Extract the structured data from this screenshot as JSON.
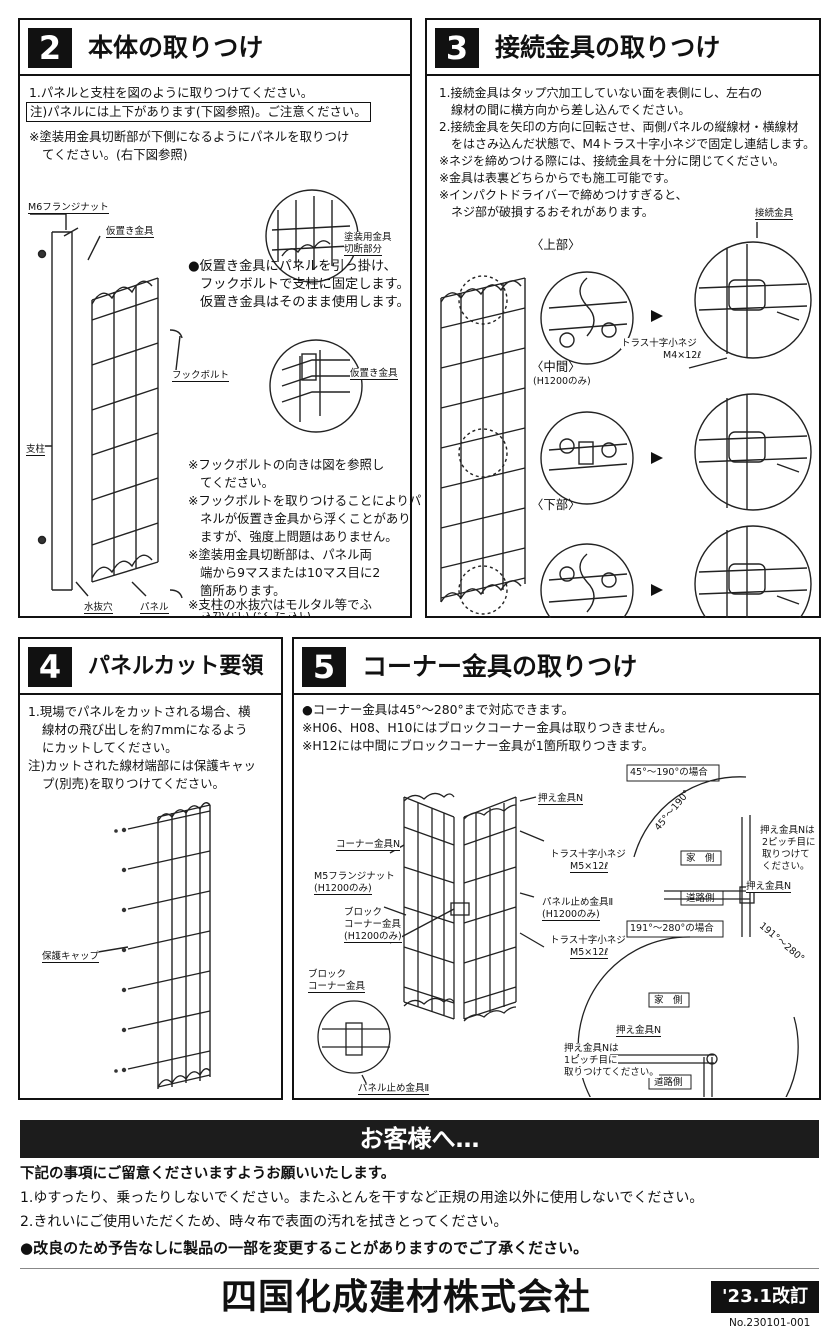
{
  "sec2": {
    "num": "2",
    "title": "本体の取りつけ",
    "l1": "1.パネルと支柱を図のように取りつけてください。",
    "l2": "注)パネルには上下があります(下図参照)。ご注意ください。",
    "l3": "※塗装用金具切断部が下側になるようにパネルを取りつけ",
    "l4": "てください。(右下図参照)",
    "bullet1": "●仮置き金具にパネルを引っ掛け、",
    "bullet2": "フックボルトで支柱に固定します。",
    "bullet3": "仮置き金具はそのまま使用します。",
    "n1a": "※フックボルトの向きは図を参照し",
    "n1b": "てください。",
    "n2a": "※フックボルトを取りつけることによりパ",
    "n2b": "ネルが仮置き金具から浮くことがあり",
    "n2c": "ますが、強度上問題はありません。",
    "n3a": "※塗装用金具切断部は、パネル両",
    "n3b": "端から9マスまたは10マス目に2",
    "n3c": "箇所あります。",
    "n4a": "※支柱の水抜穴はモルタル等でふ",
    "n4b": "さがないでください。",
    "lbl_nut": "M6フランジナット",
    "lbl_temp": "仮置き金具",
    "lbl_hook": "フックボルト",
    "lbl_post": "支柱",
    "lbl_drain": "水抜穴",
    "lbl_panel": "パネル",
    "lbl_cut1": "塗装用金具",
    "lbl_cut2": "切断部分",
    "lbl_temp2": "仮置き金具"
  },
  "sec3": {
    "num": "3",
    "title": "接続金具の取りつけ",
    "l1": "1.接続金具はタップ穴加工していない面を表側にし、左右の",
    "l2": "線材の間に横方向から差し込んでください。",
    "l3": "2.接続金具を矢印の方向に回転させ、両側パネルの縦線材・横線材",
    "l4": "をはさみ込んだ状態で、M4トラス十字小ネジで固定し連結します。",
    "l5": "※ネジを締めつける際には、接続金具を十分に閉じてください。",
    "l6": "※金具は表裏どちらからでも施工可能です。",
    "l7": "※インパクトドライバーで締めつけすぎると、",
    "l8": "ネジ部が破損するおそれがあります。",
    "upper": "〈上部〉",
    "middle": "〈中間〉",
    "middle_note": "(H1200のみ)",
    "lower": "〈下部〉",
    "lbl_fitting": "接続金具",
    "lbl_screw1": "トラス十字小ネジ",
    "lbl_screw2": "M4×12ℓ"
  },
  "sec4": {
    "num": "4",
    "title": "パネルカット要領",
    "l1": "1.現場でパネルをカットされる場合、横",
    "l2": "線材の飛び出しを約7mmになるよう",
    "l3": "にカットしてください。",
    "l4": "注)カットされた線材端部には保護キャッ",
    "l5": "プ(別売)を取りつけてください。",
    "lbl_cap": "保護キャップ"
  },
  "sec5": {
    "num": "5",
    "title": "コーナー金具の取りつけ",
    "l1": "●コーナー金具は45°〜280°まで対応できます。",
    "l2": "※H06、H08、H10にはブロックコーナー金具は取りつきません。",
    "l3": "※H12には中間にブロックコーナー金具が1箇所取りつきます。",
    "lbl_pressN": "押え金具N",
    "lbl_cornerN": "コーナー金具N",
    "lbl_truss1": "トラス十字小ネジ",
    "lbl_truss1b": "M5×12ℓ",
    "lbl_m5nut": "M5フランジナット",
    "lbl_m5nut_b": "(H1200のみ)",
    "lbl_stop": "パネル止め金具Ⅱ",
    "lbl_stop_b": "(H1200のみ)",
    "lbl_block": "ブロック",
    "lbl_block_b": "コーナー金具",
    "lbl_block_c": "(H1200のみ)",
    "lbl_truss2": "トラス十字小ネジ",
    "lbl_truss2b": "M5×12ℓ",
    "lbl_block2": "ブロック",
    "lbl_block2b": "コーナー金具",
    "lbl_stop2": "パネル止め金具Ⅱ",
    "case1": "45°〜190°の場合",
    "case1_angle": "45°〜190°",
    "house": "家　側",
    "road": "道路側",
    "pressN_note1": "押え金具Nは",
    "pressN_note2": "2ピッチ目に",
    "pressN_note3": "取りつけて",
    "pressN_note4": "ください。",
    "pressN_a": "押え金具N",
    "case2": "191°〜280°の場合",
    "case2_angle": "191°〜280°",
    "house2": "家　側",
    "road2": "道路側",
    "pressN_b": "押え金具N",
    "pressN2_note1": "押え金具Nは",
    "pressN2_note2": "1ピッチ目に",
    "pressN2_note3": "取りつけてください。"
  },
  "notice": {
    "title": "お客様へ…",
    "lead": "下記の事項にご留意くださいますようお願いいたします。",
    "item1": "1.ゆすったり、乗ったりしないでください。またふとんを干すなど正規の用途以外に使用しないでください。",
    "item2": "2.きれいにご使用いただくため、時々布で表面の汚れを拭きとってください。",
    "item3": "●改良のため予告なしに製品の一部を変更することがありますのでご了承ください。"
  },
  "footer": {
    "company": "四国化成建材株式会社",
    "revision": "'23.1改訂",
    "doc_no": "No.230101-001"
  }
}
